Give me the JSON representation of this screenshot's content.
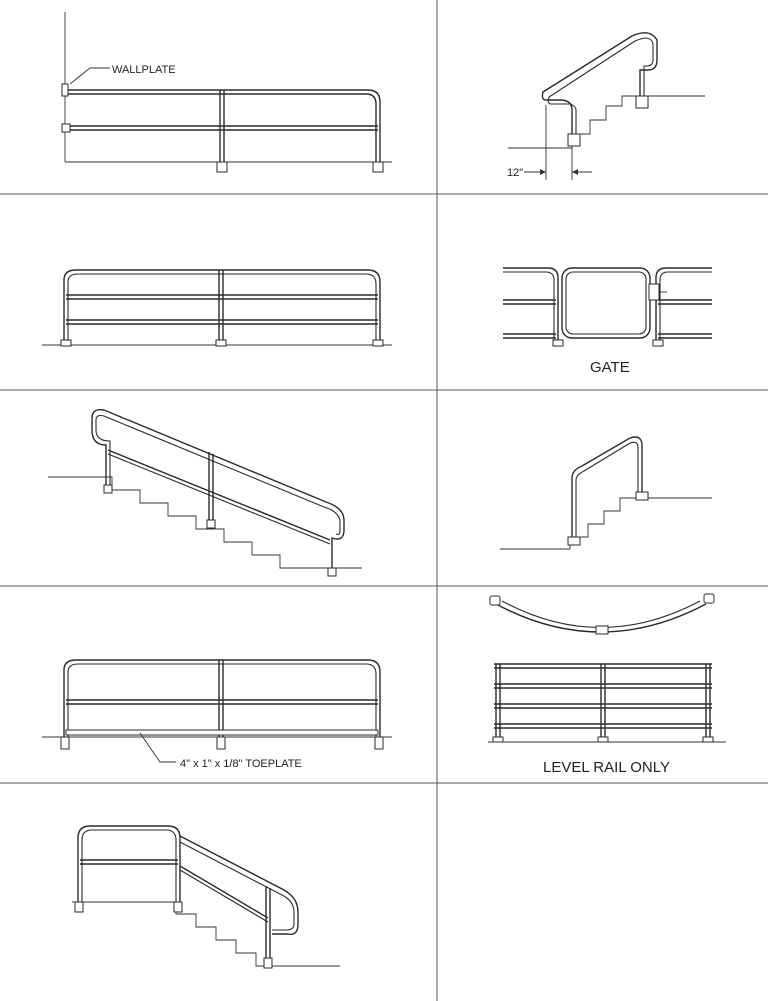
{
  "labels": {
    "wallplate": "WALLPLATE",
    "dimension_12": "12\"",
    "gate": "GATE",
    "toeplate": "4\" x 1\" x 1/8\" TOEPLATE",
    "level_rail_only": "LEVEL RAIL ONLY"
  }
}
